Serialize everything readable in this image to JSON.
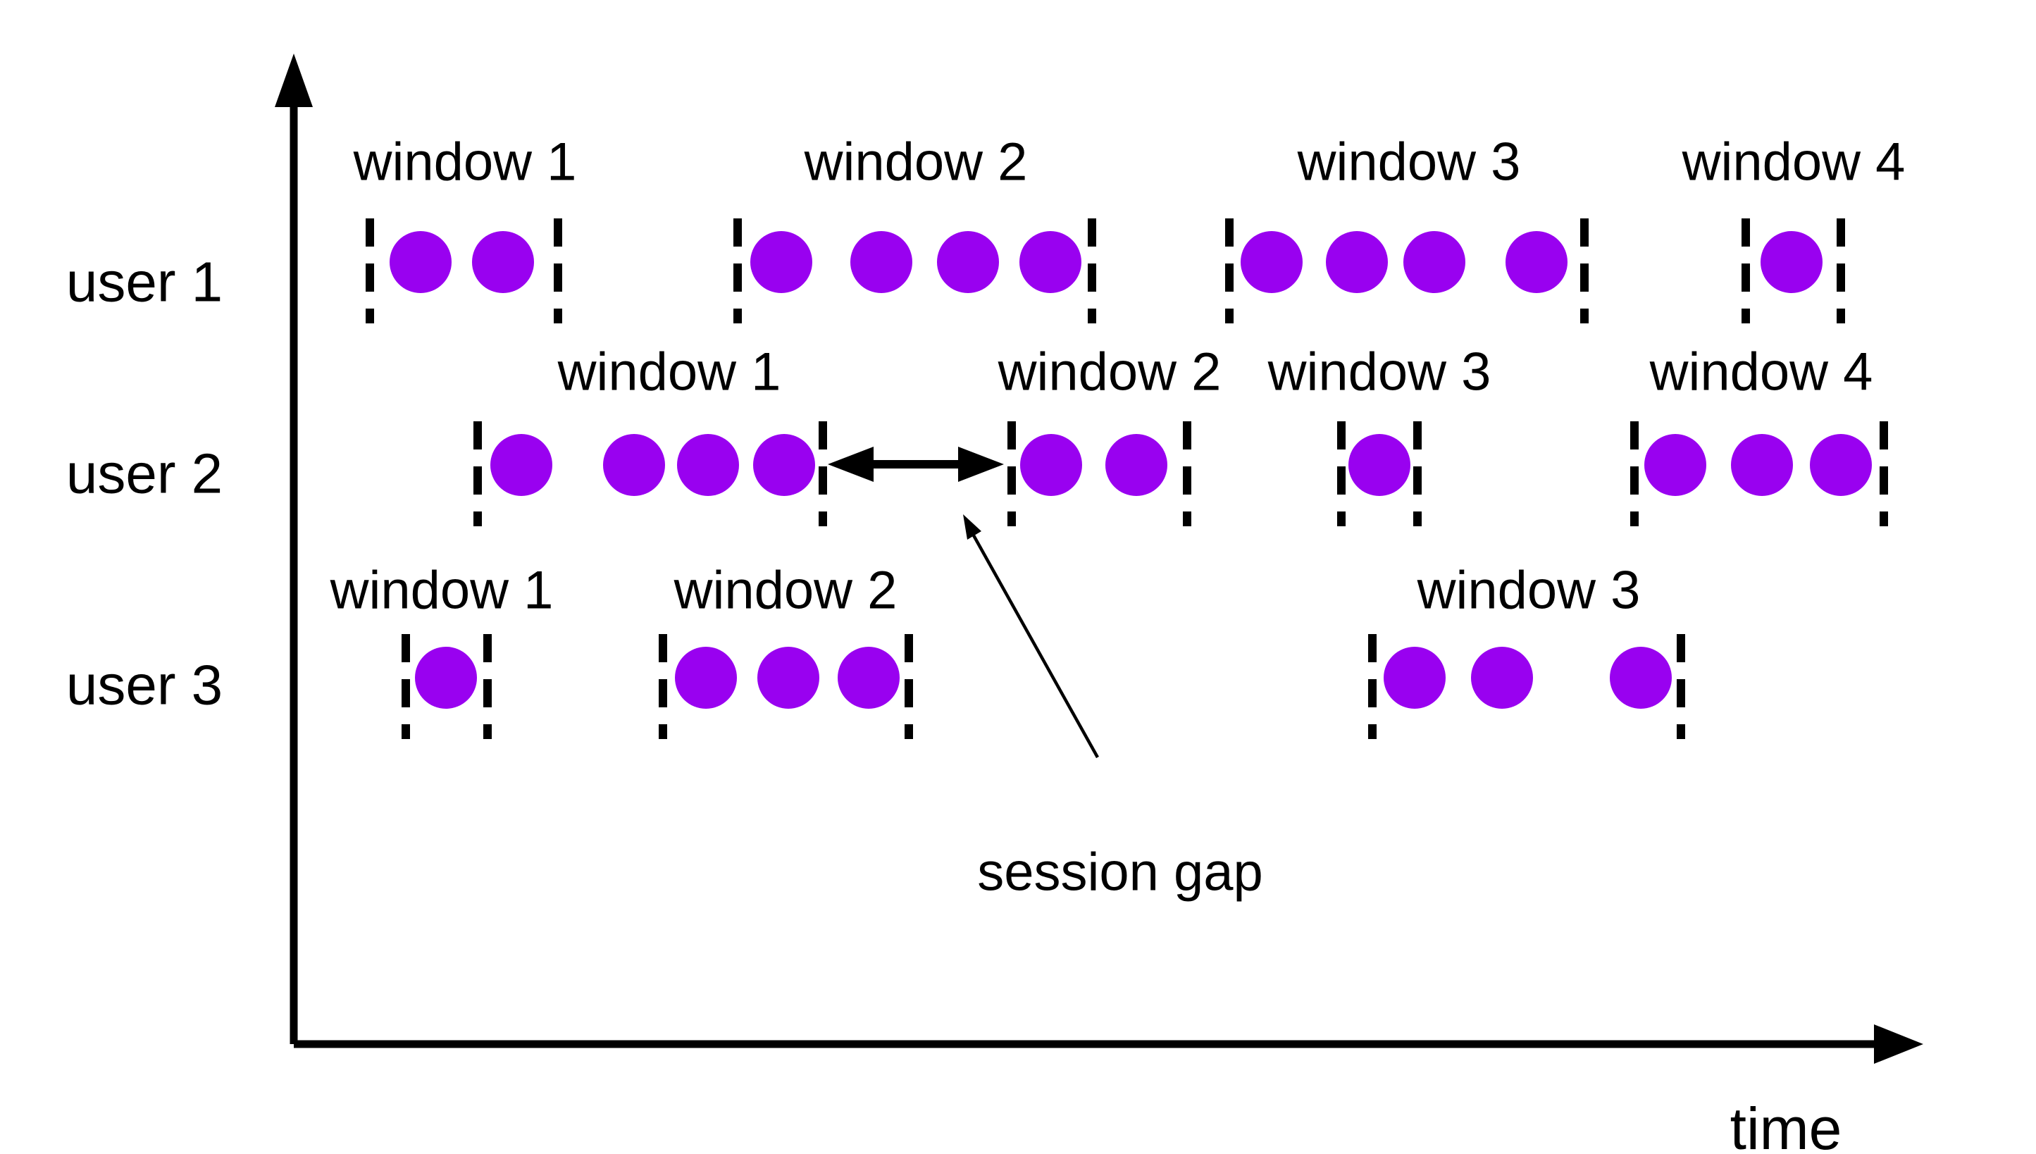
{
  "diagram": {
    "type": "sessionization-timeline",
    "x_axis_label": "time",
    "annotation_label": "session gap",
    "event_color": "#9901F0",
    "line_color": "#000000",
    "users": [
      {
        "label": "user 1",
        "windows": [
          {
            "label": "window 1",
            "events": 2
          },
          {
            "label": "window 2",
            "events": 4
          },
          {
            "label": "window 3",
            "events": 4
          },
          {
            "label": "window 4",
            "events": 1
          }
        ]
      },
      {
        "label": "user 2",
        "windows": [
          {
            "label": "window 1",
            "events": 4
          },
          {
            "label": "window 2",
            "events": 2
          },
          {
            "label": "window 3",
            "events": 1
          },
          {
            "label": "window 4",
            "events": 3
          }
        ]
      },
      {
        "label": "user 3",
        "windows": [
          {
            "label": "window 1",
            "events": 1
          },
          {
            "label": "window 2",
            "events": 3
          },
          {
            "label": "window 3",
            "events": 3
          }
        ]
      }
    ]
  }
}
